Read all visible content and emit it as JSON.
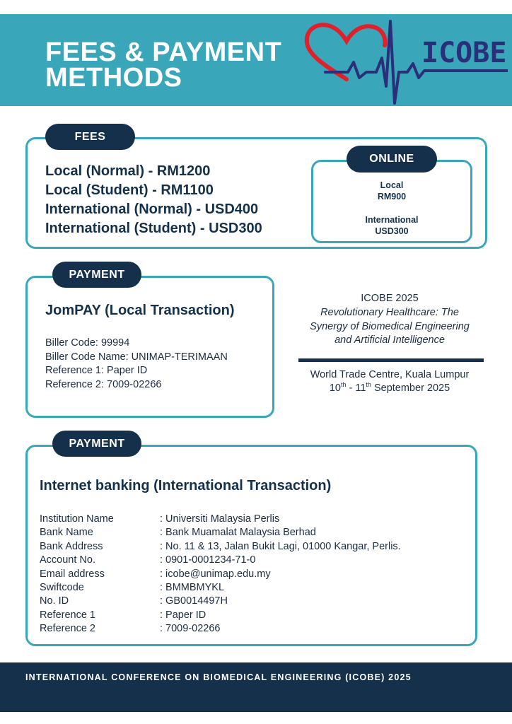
{
  "header": {
    "title_line1": "FEES & PAYMENT",
    "title_line2": "METHODS",
    "logo_text": "ICOBE",
    "colors": {
      "band": "#3aa6b9",
      "navy": "#14304a",
      "heart": "#e0202a",
      "logo": "#2a2f7a"
    }
  },
  "fees": {
    "label": "FEES",
    "lines": [
      "Local (Normal) - RM1200",
      "Local (Student) - RM1100",
      "International (Normal) - USD400",
      "International (Student) - USD300"
    ],
    "online": {
      "label": "ONLINE",
      "local_label": "Local",
      "local_value": "RM900",
      "intl_label": "International",
      "intl_value": "USD300"
    }
  },
  "payment_local": {
    "label": "PAYMENT",
    "title": "JomPAY (Local Transaction)",
    "lines": [
      "Biller Code: 99994",
      "Biller Code Name: UNIMAP-TERIMAAN",
      "Reference 1: Paper ID",
      "Reference 2: 7009-02266"
    ]
  },
  "event": {
    "name": "ICOBE 2025",
    "theme_line1": "Revolutionary Healthcare: The",
    "theme_line2": "Synergy of Biomedical Engineering",
    "theme_line3": "and Artificial Intelligence",
    "venue": "World Trade Centre, Kuala Lumpur",
    "date_start_day": "10",
    "date_start_suffix": "th",
    "date_sep": " - ",
    "date_end_day": "11",
    "date_end_suffix": "th",
    "date_rest": " September 2025"
  },
  "payment_intl": {
    "label": "PAYMENT",
    "title": "Internet banking (International Transaction)",
    "rows": [
      {
        "label": "Institution Name",
        "value": ": Universiti Malaysia Perlis"
      },
      {
        "label": "Bank Name",
        "value": " : Bank Muamalat Malaysia Berhad"
      },
      {
        "label": "Bank Address",
        "value": " : No. 11 & 13, Jalan Bukit Lagi, 01000 Kangar, Perlis."
      },
      {
        "label": "Account No.",
        "value": " : 0901-0001234-71-0"
      },
      {
        "label": "Email address",
        "value": ": icobe@unimap.edu.my"
      },
      {
        "label": "Swiftcode",
        "value": ": BMMBMYKL"
      },
      {
        "label": "No. ID",
        "value": ": GB0014497H"
      },
      {
        "label": "Reference 1",
        "value": ": Paper ID"
      },
      {
        "label": "Reference 2",
        "value": ": 7009-02266"
      }
    ]
  },
  "footer": {
    "text": "INTERNATIONAL CONFERENCE ON BIOMEDICAL ENGINEERING (ICOBE) 2025"
  }
}
